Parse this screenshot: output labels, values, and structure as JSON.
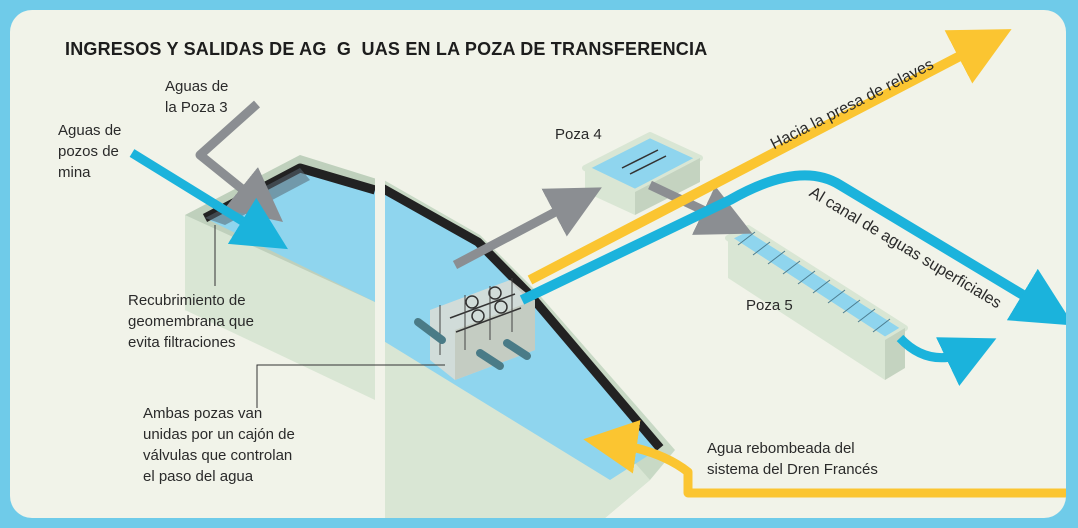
{
  "title": "INGRESOS Y SALIDAS DE AG  G  UAS EN LA POZA DE TRANSFERENCIA",
  "labels": {
    "aguas_poza3": "Aguas de\nla Poza 3",
    "aguas_pozos_mina": "Aguas de\npozos de\nmina",
    "poza4": "Poza 4",
    "poza5": "Poza 5",
    "hacia_presa": "Hacia la presa de relaves",
    "al_canal": "Al canal de aguas superficiales",
    "recubrimiento": "Recubrimiento de\ngeomembrana que\nevita filtraciones",
    "ambas_pozas": "Ambas pozas van\nunidas por un cajón de\nválvulas que controlan\nel paso del agua",
    "agua_rebombeada": "Agua rebombeada del\nsistema del Dren Francés"
  },
  "colors": {
    "water": "#8fd5ee",
    "wall": "#ccdcc9",
    "membrane": "#222222",
    "flow_blue": "#1bb3dc",
    "flow_yellow": "#fbc531",
    "flow_gray": "#8b8e92",
    "frame": "#6fcbe9"
  }
}
